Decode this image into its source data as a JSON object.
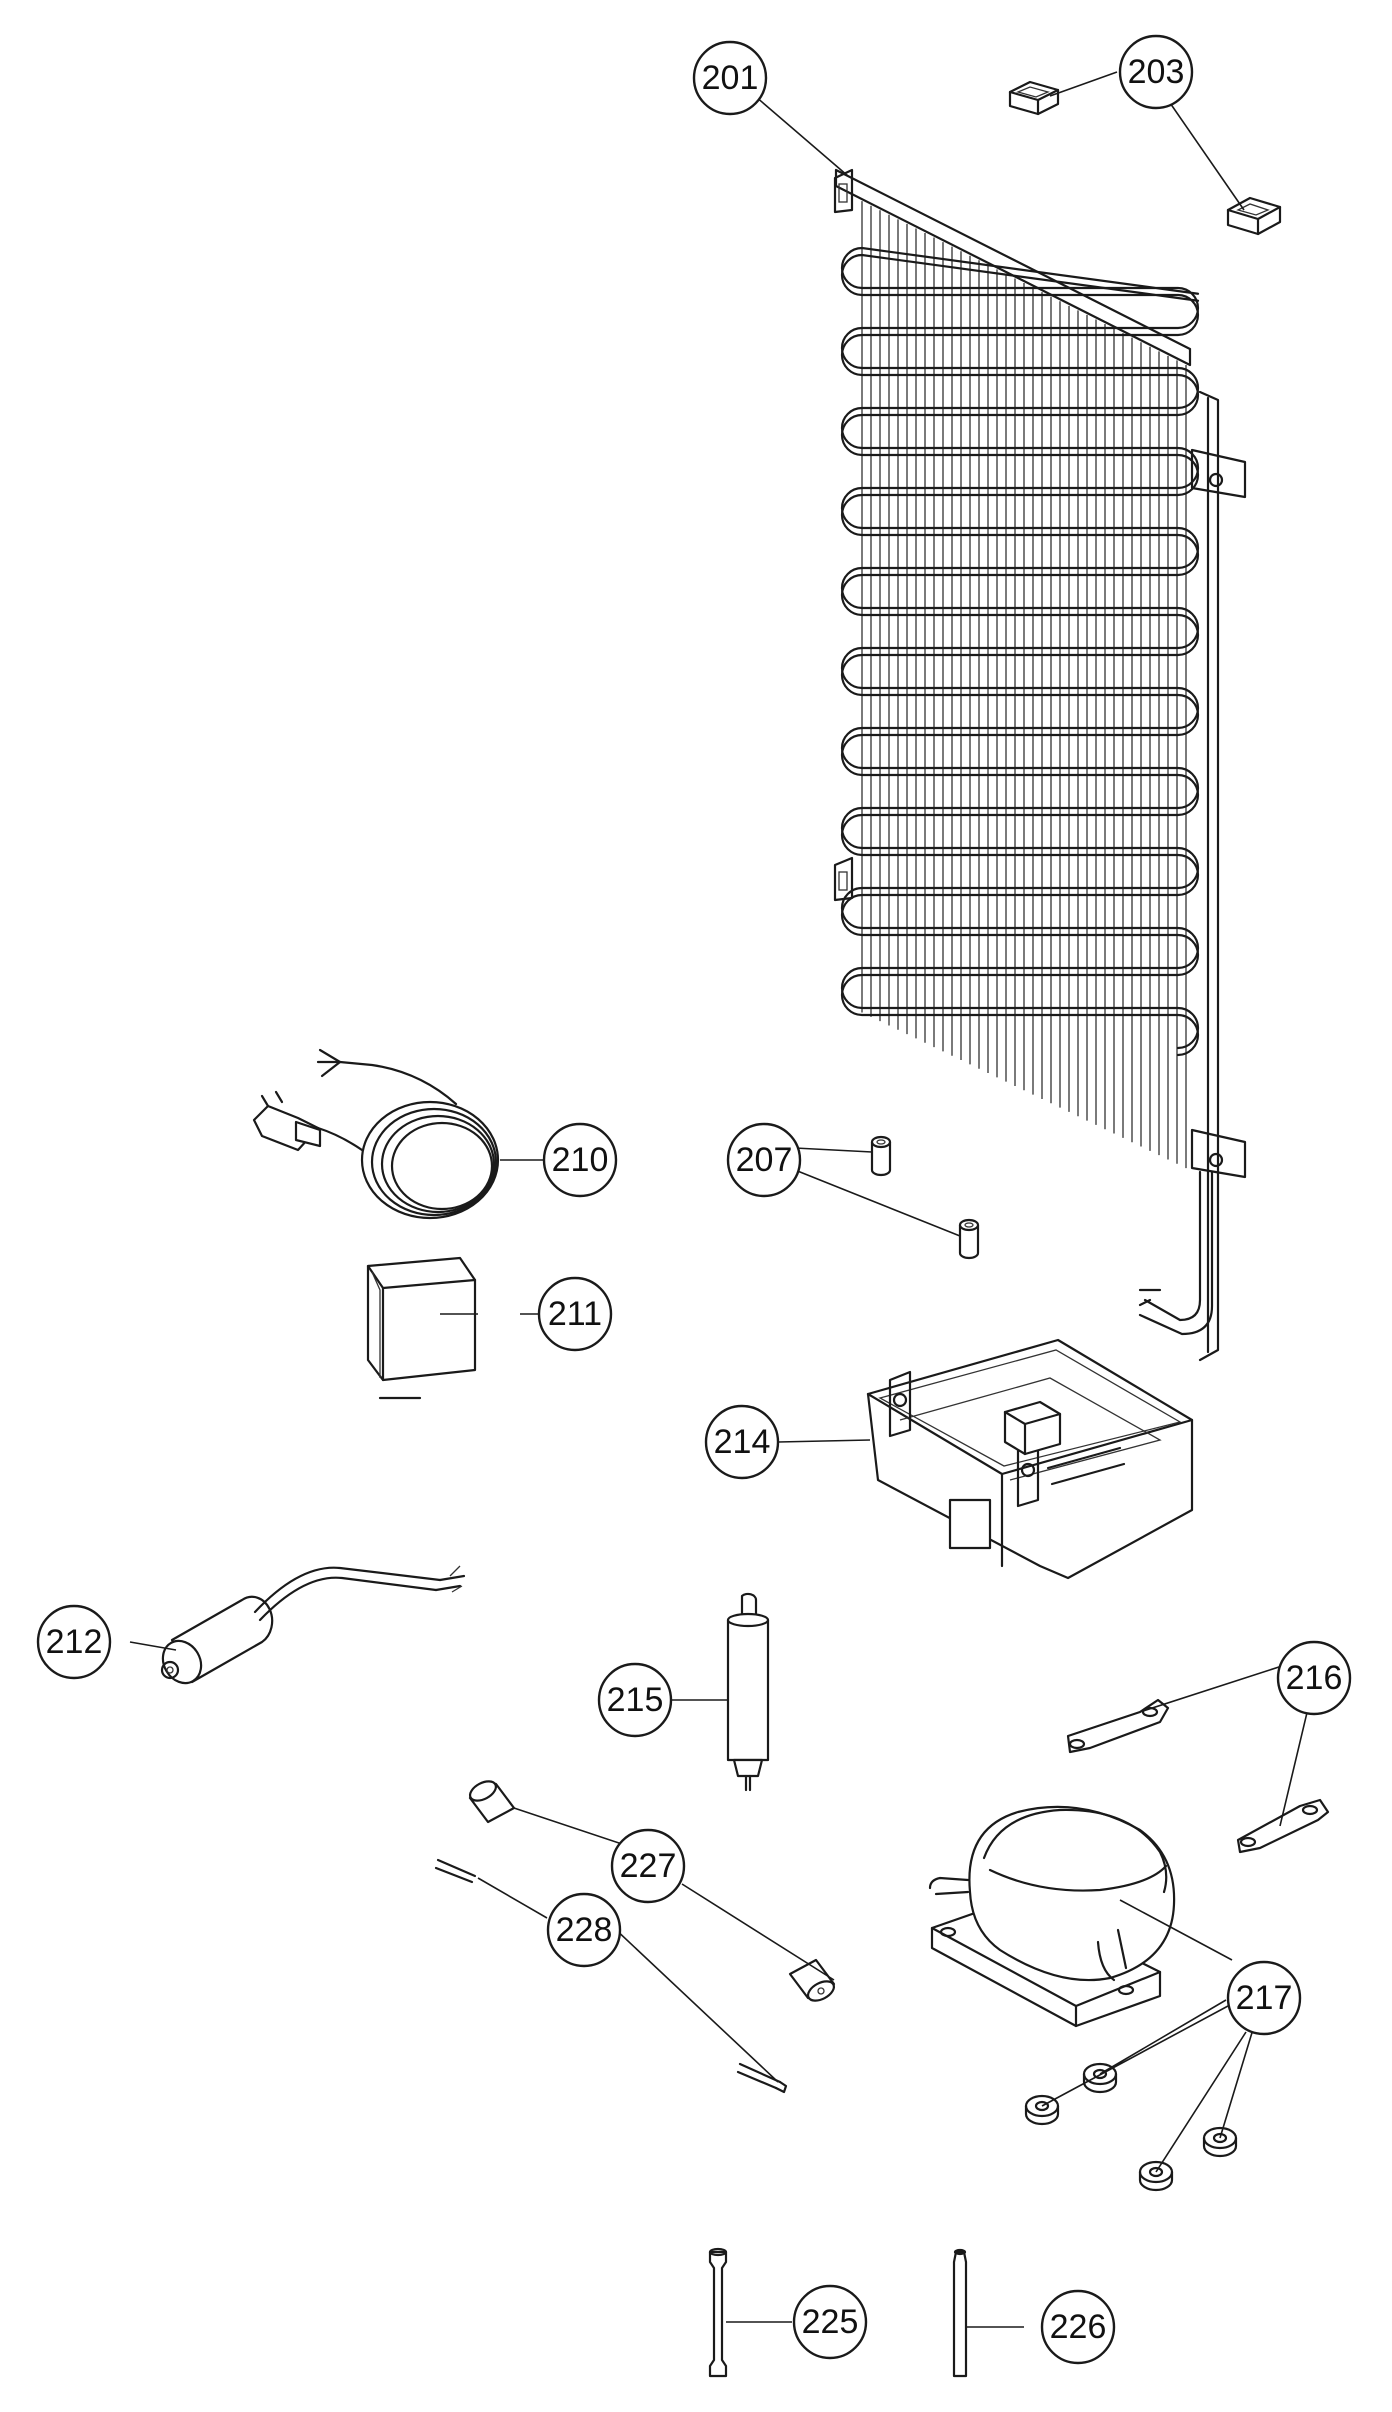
{
  "callouts": {
    "c201": "201",
    "c203": "203",
    "c207": "207",
    "c210": "210",
    "c211": "211",
    "c212": "212",
    "c214": "214",
    "c215": "215",
    "c216": "216",
    "c217": "217",
    "c225": "225",
    "c226": "226",
    "c227": "227",
    "c228": "228"
  }
}
